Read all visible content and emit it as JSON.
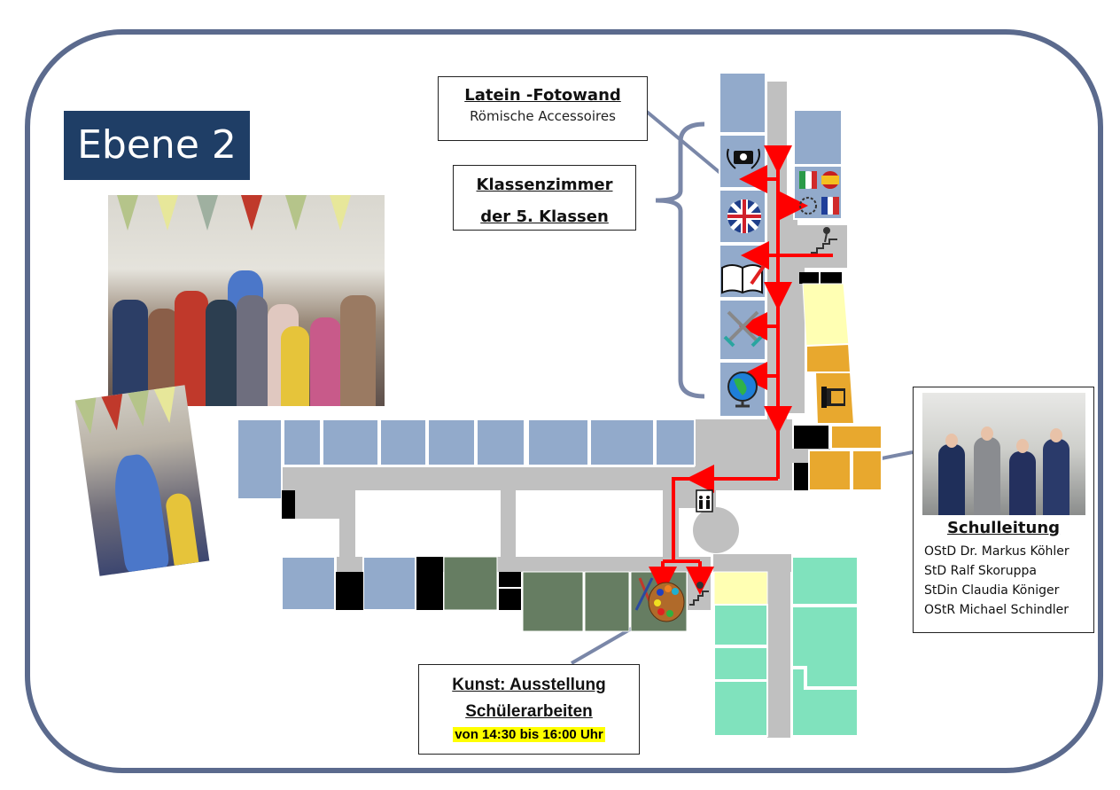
{
  "level_label": "Ebene 2",
  "callouts": {
    "latein": {
      "title": "Latein -Fotowand",
      "subtitle": "Römische Accessoires"
    },
    "klassen": {
      "title_line1": "Klassenzimmer",
      "title_line2": "der 5. Klassen"
    },
    "kunst": {
      "title_line1": "Kunst: Ausstellung",
      "title_line2": "Schülerarbeiten",
      "time": "von 14:30 bis 16:00 Uhr"
    },
    "schulleitung": {
      "title": "Schulleitung",
      "members": [
        "OStD Dr. Markus Köhler",
        "StD Ralf Skoruppa",
        "StDin Claudia Königer",
        "OStR Michael Schindler"
      ]
    }
  },
  "room_icons": [
    "camera-laurel-icon",
    "uk-flag-icon",
    "book-pencil-icon",
    "crossed-swords-icon",
    "globe-icon",
    "language-flags-icon",
    "phone-icon",
    "stairs-icon",
    "elevator-icon",
    "art-palette-icon"
  ],
  "colors": {
    "frame": "#5b6a8d",
    "level_bg": "#1f3e66",
    "classroom_blue": "#92aacb",
    "corridor": "#c0c0c0",
    "route": "#ff0000",
    "yellow_room": "#ffffb3",
    "orange_room": "#e8a82e",
    "art_green": "#667d62",
    "teal_room": "#80e2bd",
    "highlight": "#ffff00"
  }
}
